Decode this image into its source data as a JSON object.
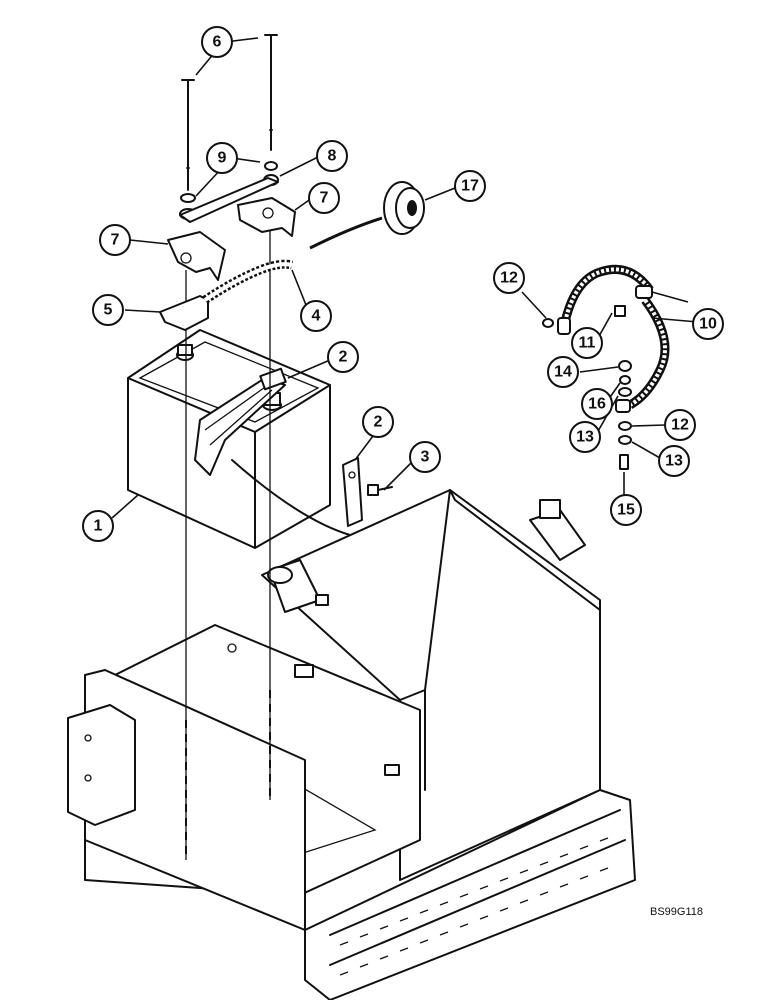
{
  "callouts": [
    {
      "id": "c1",
      "label": "1"
    },
    {
      "id": "c2a",
      "label": "2"
    },
    {
      "id": "c2b",
      "label": "2"
    },
    {
      "id": "c3",
      "label": "3"
    },
    {
      "id": "c4",
      "label": "4"
    },
    {
      "id": "c5",
      "label": "5"
    },
    {
      "id": "c6",
      "label": "6"
    },
    {
      "id": "c7a",
      "label": "7"
    },
    {
      "id": "c7b",
      "label": "7"
    },
    {
      "id": "c8",
      "label": "8"
    },
    {
      "id": "c9",
      "label": "9"
    },
    {
      "id": "c10",
      "label": "10"
    },
    {
      "id": "c11",
      "label": "11"
    },
    {
      "id": "c12a",
      "label": "12"
    },
    {
      "id": "c12b",
      "label": "12"
    },
    {
      "id": "c13a",
      "label": "13"
    },
    {
      "id": "c13b",
      "label": "13"
    },
    {
      "id": "c14",
      "label": "14"
    },
    {
      "id": "c15",
      "label": "15"
    },
    {
      "id": "c16",
      "label": "16"
    },
    {
      "id": "c17",
      "label": "17"
    }
  ],
  "figure_code": "BS99G118"
}
